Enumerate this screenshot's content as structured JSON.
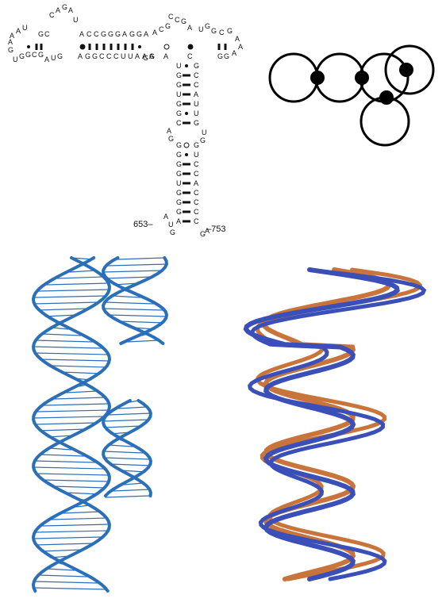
{
  "panels": {
    "secondary_structure": {
      "top_loop_left": [
        "C",
        "A",
        "G",
        "A"
      ],
      "left_arm": [
        "A",
        "A",
        "U",
        "G",
        "C"
      ],
      "left_arm_bottom": [
        "U",
        "G",
        "G",
        "C",
        "G"
      ],
      "top_strand": [
        "A",
        "C",
        "C",
        "G",
        "G",
        "G",
        "A",
        "G",
        "G",
        "A"
      ],
      "bottom_strand": [
        "A",
        "G",
        "G",
        "C",
        "C",
        "C",
        "U",
        "U",
        "A",
        "A",
        "G"
      ],
      "right_top": [
        "A",
        "C",
        "G",
        "C",
        "C",
        "G",
        "A",
        "U",
        "G",
        "G",
        "C",
        "G"
      ],
      "right_bottom": [
        "A",
        "C",
        "G",
        "G",
        "A"
      ],
      "stem_left_upper": [
        "U",
        "G",
        "G",
        "U",
        "G",
        "G",
        "C"
      ],
      "stem_right_upper": [
        "G",
        "C",
        "C",
        "A",
        "U",
        "U",
        "G"
      ],
      "stem_left_lower": [
        "G",
        "G",
        "G",
        "G",
        "U",
        "G",
        "G",
        "G",
        "A"
      ],
      "stem_right_lower": [
        "G",
        "U",
        "C",
        "C",
        "A",
        "C",
        "C",
        "C",
        "C"
      ],
      "bulge_left": [
        "A",
        "G"
      ],
      "bulge_right": [
        "U",
        "G"
      ],
      "end_left": [
        "G",
        "A",
        "U"
      ],
      "end_right": [
        "G",
        "A"
      ],
      "start_label": "653",
      "end_label": "753"
    },
    "junction_schematic": {
      "loops": 5,
      "junction_nodes": 4
    },
    "atomic_model": {
      "color": "#2a6fb8"
    },
    "backbone_overlay": {
      "colors": [
        "#3a4fb8",
        "#c8743a"
      ]
    }
  }
}
